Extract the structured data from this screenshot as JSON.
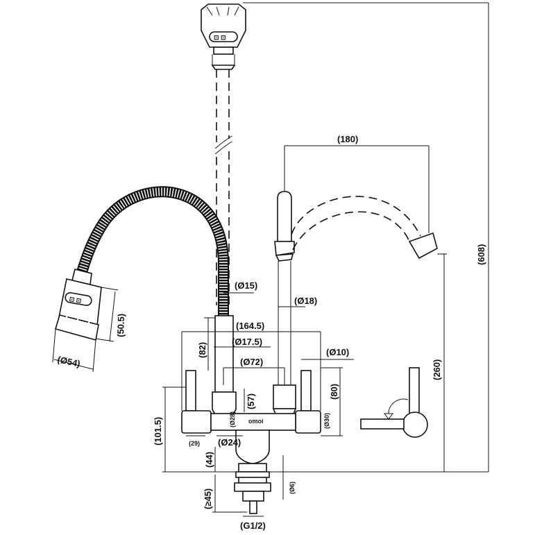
{
  "drawing": {
    "dims": {
      "hose_diameter": "(Ø15)",
      "spout_diameter": "(Ø18)",
      "spout_reach": "(180)",
      "total_height": "(608)",
      "spout_height": "(260)",
      "body_width": "(164.5)",
      "collar_diameter": "(Ø17.5)",
      "handle_pitch": "(Ø72)",
      "handle_diameter": "(Ø10)",
      "handle_height_82": "(82)",
      "handle_height_80": "(80)",
      "body_height": "(101.5)",
      "body_height_57": "(57)",
      "base_width": "(29)",
      "base_diameter": "(Ø24)",
      "base_height": "(44)",
      "shank_length": "(≥45)",
      "counter_hole": "(Ø6)",
      "thread": "(G1/2)",
      "spray_height": "(50.5)",
      "spray_diameter": "(Ø54)",
      "cap_small_left": "(Ø28)",
      "cap_small_right": "(Ø30)"
    },
    "brand_mark": "omoi"
  }
}
